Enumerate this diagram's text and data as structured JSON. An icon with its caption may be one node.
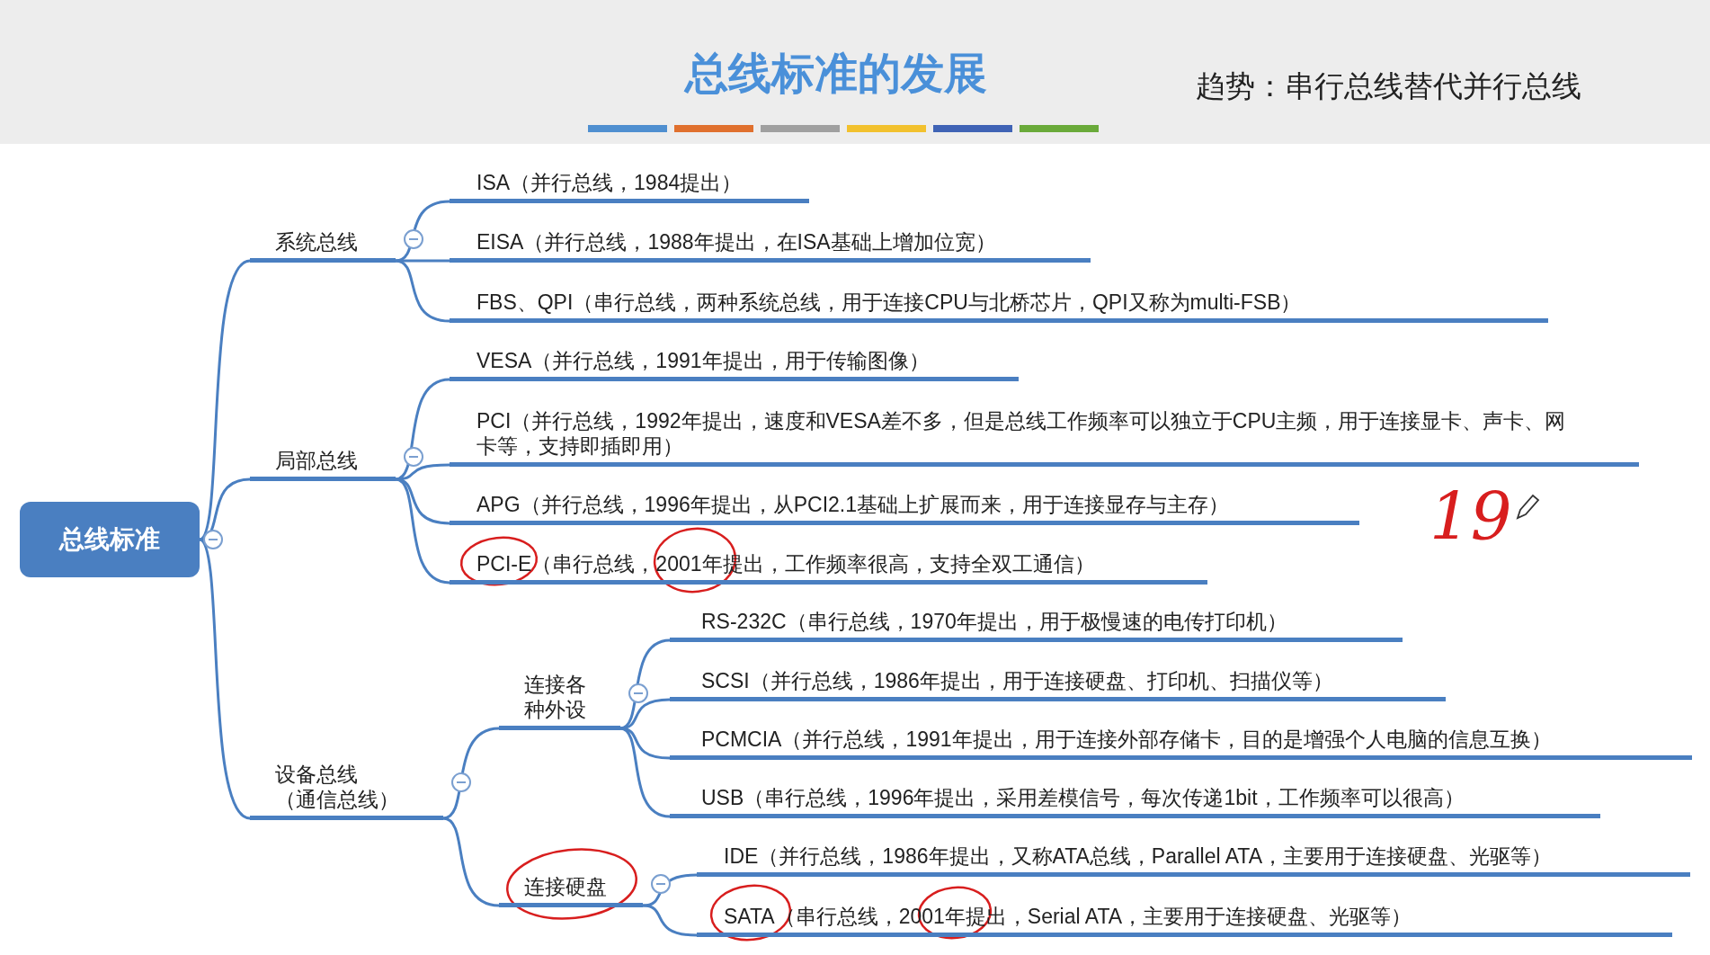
{
  "diagram": {
    "title": "总线标准的发展",
    "nodes": [
      {
        "text": [
          "总线标准"
        ]
      },
      {
        "text": [
          "系统总线"
        ]
      },
      {
        "text": [
          "ISA（并行总线，1984提出）"
        ]
      },
      {
        "text": [
          "EISA（并行总线，1988年提出，在ISA基础上增加位宽）"
        ]
      },
      {
        "text": [
          "FBS、QPI（串行总线，两种系统总线，用于连接CPU与北桥芯片，QPI又称为multi-FSB）"
        ]
      },
      {
        "text": [
          "局部总线"
        ]
      },
      {
        "text": [
          "VESA（并行总线，1991年提出，用于传输图像）"
        ]
      },
      {
        "text": [
          "PCI（并行总线，1992年提出，速度和VESA差不多，但是总线工作频率可以独立于CPU主频，用于连接显卡、声卡、网卡等，支持即插即用）"
        ]
      },
      {
        "text": [
          "APG（并行总线，1996年提出，从PCI2.1基础上扩展而来，用于连接显存与主存）"
        ]
      },
      {
        "text": [
          "PCI-E（串行总线，2001年提出，工作频率很高，支持全双工通信）"
        ]
      },
      {
        "text": [
          "设备总线（通信总线）"
        ]
      },
      {
        "text": [
          "连接各种外设"
        ]
      },
      {
        "text": [
          "RS-232C（串行总线，1970年提出，用于极慢速的电传打印机）"
        ]
      },
      {
        "text": [
          "SCSI（并行总线，1986年提出，用于连接硬盘、打印机、扫描仪等）"
        ]
      },
      {
        "text": [
          "PCMCIA（并行总线，1991年提出，用于连接外部存储卡，目的是增强个人电脑的信息互换）"
        ]
      },
      {
        "text": [
          "USB（串行总线，1996年提出，采用差模信号，每次传递1bit，工作频率可以很高）"
        ]
      },
      {
        "text": [
          "连接硬盘"
        ]
      },
      {
        "text": [
          "IDE（并行总线，1986年提出，又称ATA总线，Parallel ATA，主要用于连接硬盘、光驱等）"
        ]
      },
      {
        "text": [
          "SATA（串行总线，2001年提出，Serial ATA，主要用于连接硬盘、光驱等）"
        ]
      }
    ],
    "edges": [
      {
        "from": 0,
        "to": 1,
        "arrow": "none"
      },
      {
        "from": 0,
        "to": 5,
        "arrow": "none"
      },
      {
        "from": 0,
        "to": 10,
        "arrow": "none"
      },
      {
        "from": 1,
        "to": 2,
        "arrow": "none"
      },
      {
        "from": 1,
        "to": 3,
        "arrow": "none"
      },
      {
        "from": 1,
        "to": 4,
        "arrow": "none"
      },
      {
        "from": 5,
        "to": 6,
        "arrow": "none"
      },
      {
        "from": 5,
        "to": 7,
        "arrow": "none"
      },
      {
        "from": 5,
        "to": 8,
        "arrow": "none"
      },
      {
        "from": 5,
        "to": 9,
        "arrow": "none"
      },
      {
        "from": 10,
        "to": 11,
        "arrow": "none"
      },
      {
        "from": 10,
        "to": 16,
        "arrow": "none"
      },
      {
        "from": 11,
        "to": 12,
        "arrow": "none"
      },
      {
        "from": 11,
        "to": 13,
        "arrow": "none"
      },
      {
        "from": 11,
        "to": 14,
        "arrow": "none"
      },
      {
        "from": 11,
        "to": 15,
        "arrow": "none"
      },
      {
        "from": 16,
        "to": 17,
        "arrow": "none"
      },
      {
        "from": 16,
        "to": 18,
        "arrow": "none"
      }
    ],
    "labels": [
      "趋势：串行总线替代并行总线",
      "19"
    ]
  }
}
